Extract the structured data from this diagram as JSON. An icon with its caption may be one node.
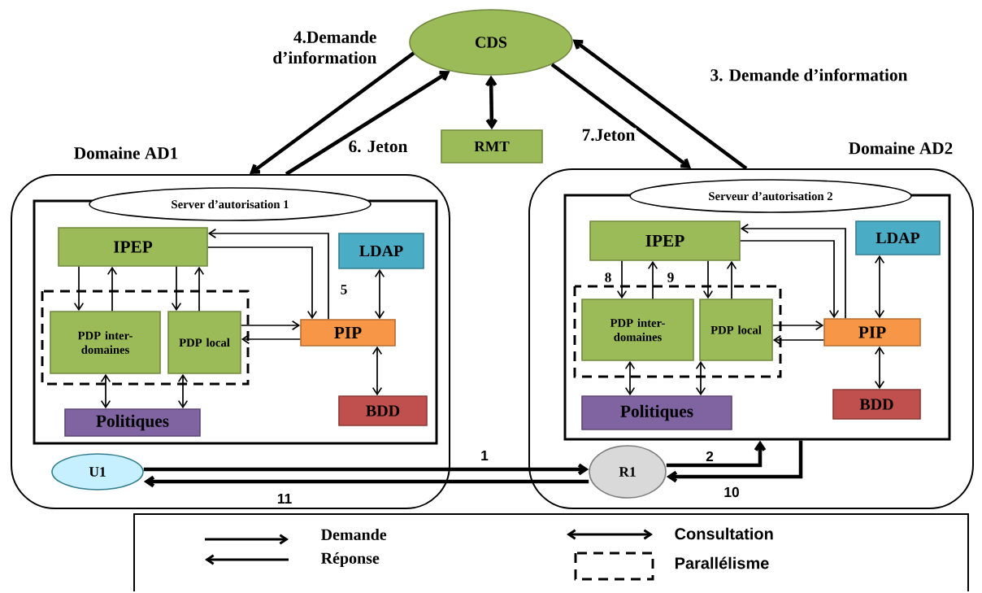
{
  "diagram": {
    "nodes": [
      {
        "text": [
          "CDS"
        ]
      },
      {
        "text": [
          "RMT"
        ]
      },
      {
        "text": [
          "Domaine AD1"
        ]
      },
      {
        "text": [
          "Server d’autorisation 1"
        ],
        "in": 2
      },
      {
        "text": [
          "IPEP"
        ],
        "in": 3
      },
      {
        "text": [
          "PDP inter-domaines"
        ],
        "in": 3
      },
      {
        "text": [
          "PDP local"
        ],
        "in": 3
      },
      {
        "text": [
          "LDAP"
        ],
        "in": 3
      },
      {
        "text": [
          "PIP"
        ],
        "in": 3
      },
      {
        "text": [
          "BDD"
        ],
        "in": 3
      },
      {
        "text": [
          "Politiques"
        ],
        "in": 3
      },
      {
        "text": [
          "U1"
        ],
        "in": 2
      },
      {
        "text": [
          "Domaine AD2"
        ]
      },
      {
        "text": [
          "Serveur d’autorisation 2"
        ],
        "in": 12
      },
      {
        "text": [
          "IPEP"
        ],
        "in": 13
      },
      {
        "text": [
          "PDP inter-domaines"
        ],
        "in": 13
      },
      {
        "text": [
          "PDP local"
        ],
        "in": 13
      },
      {
        "text": [
          "LDAP"
        ],
        "in": 13
      },
      {
        "text": [
          "PIP"
        ],
        "in": 13
      },
      {
        "text": [
          "BDD"
        ],
        "in": 13
      },
      {
        "text": [
          "Politiques"
        ],
        "in": 13
      },
      {
        "text": [
          "R1"
        ],
        "in": 12
      }
    ],
    "edges": [
      {
        "from": 0,
        "to": 2,
        "arrow": "to",
        "label": "4.Demande d’information",
        "style": "thick"
      },
      {
        "from": 2,
        "to": 0,
        "arrow": "to",
        "label": "6. Jeton",
        "style": "thick"
      },
      {
        "from": 12,
        "to": 0,
        "arrow": "to",
        "label": "3. Demande d’information",
        "style": "thick"
      },
      {
        "from": 0,
        "to": 12,
        "arrow": "to",
        "label": "7.Jeton",
        "style": "thick"
      },
      {
        "from": 0,
        "to": 1,
        "arrow": "both",
        "style": "thick"
      },
      {
        "from": 4,
        "to": 5,
        "arrow": "to"
      },
      {
        "from": 5,
        "to": 4,
        "arrow": "to"
      },
      {
        "from": 4,
        "to": 6,
        "arrow": "to"
      },
      {
        "from": 6,
        "to": 4,
        "arrow": "to"
      },
      {
        "from": 4,
        "to": 8,
        "arrow": "to"
      },
      {
        "from": 8,
        "to": 4,
        "arrow": "to",
        "label": "5"
      },
      {
        "from": 6,
        "to": 8,
        "arrow": "to"
      },
      {
        "from": 8,
        "to": 6,
        "arrow": "to"
      },
      {
        "from": 7,
        "to": 8,
        "arrow": "both"
      },
      {
        "from": 8,
        "to": 9,
        "arrow": "both"
      },
      {
        "from": 5,
        "to": 10,
        "arrow": "both"
      },
      {
        "from": 6,
        "to": 10,
        "arrow": "both"
      },
      {
        "from": 14,
        "to": 15,
        "arrow": "to",
        "label": "8"
      },
      {
        "from": 15,
        "to": 14,
        "arrow": "to",
        "label": "9"
      },
      {
        "from": 14,
        "to": 16,
        "arrow": "to"
      },
      {
        "from": 16,
        "to": 14,
        "arrow": "to"
      },
      {
        "from": 14,
        "to": 18,
        "arrow": "to"
      },
      {
        "from": 18,
        "to": 14,
        "arrow": "to"
      },
      {
        "from": 16,
        "to": 18,
        "arrow": "to"
      },
      {
        "from": 18,
        "to": 16,
        "arrow": "to"
      },
      {
        "from": 17,
        "to": 18,
        "arrow": "both"
      },
      {
        "from": 18,
        "to": 19,
        "arrow": "both"
      },
      {
        "from": 15,
        "to": 20,
        "arrow": "both"
      },
      {
        "from": 16,
        "to": 20,
        "arrow": "both"
      },
      {
        "from": 11,
        "to": 21,
        "arrow": "to",
        "label": "1",
        "style": "thick"
      },
      {
        "from": 21,
        "to": 11,
        "arrow": "to",
        "label": "11",
        "style": "thick"
      },
      {
        "from": 21,
        "to": 13,
        "arrow": "to",
        "label": "2",
        "style": "thick"
      },
      {
        "from": 13,
        "to": 21,
        "arrow": "to",
        "label": "10",
        "style": "thick"
      }
    ],
    "legend": [
      {
        "text": "Demande"
      },
      {
        "text": "Réponse"
      },
      {
        "text": "Consultation"
      },
      {
        "text": "Parallélisme"
      }
    ]
  }
}
